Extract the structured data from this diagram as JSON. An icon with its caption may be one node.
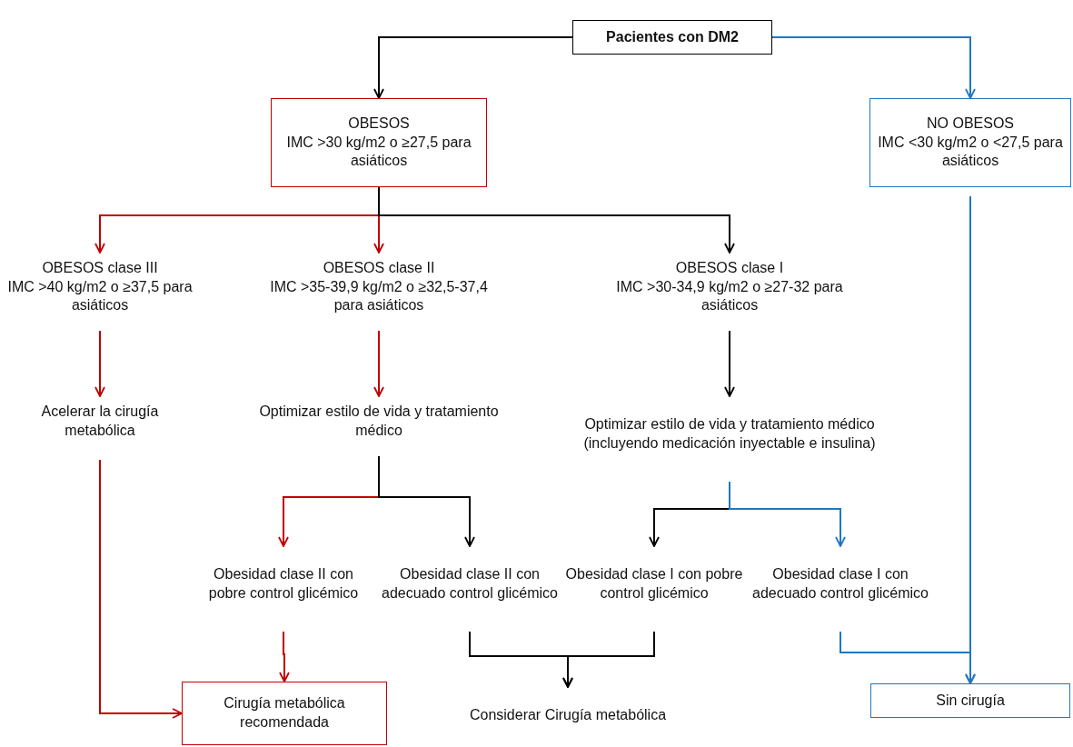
{
  "diagram": {
    "nodes": [
      {
        "text": [
          "Pacientes con DM2"
        ]
      },
      {
        "text": [
          "OBESOS",
          "IMC >30 kg/m2 o ≥27,5 para asiáticos"
        ]
      },
      {
        "text": [
          "NO OBESOS",
          "IMC <30 kg/m2 o <27,5 para asiáticos"
        ]
      },
      {
        "text": [
          "OBESOS clase III",
          "IMC >40 kg/m2 o ≥37,5 para asiáticos"
        ]
      },
      {
        "text": [
          "OBESOS clase II",
          "IMC >35-39,9 kg/m2 o ≥32,5-37,4 para asiáticos"
        ]
      },
      {
        "text": [
          "OBESOS clase I",
          "IMC >30-34,9 kg/m2 o ≥27-32 para asiáticos"
        ]
      },
      {
        "text": [
          "Acelerar la cirugía metabólica"
        ]
      },
      {
        "text": [
          "Optimizar estilo de vida y tratamiento médico"
        ]
      },
      {
        "text": [
          "Optimizar estilo de vida y tratamiento médico (incluyendo medicación inyectable e insulina)"
        ]
      },
      {
        "text": [
          "Obesidad clase II con pobre control glicémico"
        ]
      },
      {
        "text": [
          "Obesidad clase II con adecuado control glicémico"
        ]
      },
      {
        "text": [
          "Obesidad clase I con pobre control glicémico"
        ]
      },
      {
        "text": [
          "Obesidad clase I con adecuado control glicémico"
        ]
      },
      {
        "text": [
          "Cirugía metabólica recomendada"
        ]
      },
      {
        "text": [
          "Considerar Cirugía metabólica"
        ]
      },
      {
        "text": [
          "Sin cirugía"
        ]
      }
    ],
    "edges": [
      {
        "from": 0,
        "to": 1,
        "arrow": "to"
      },
      {
        "from": 0,
        "to": 2,
        "arrow": "to",
        "color": "#1f77c4"
      },
      {
        "from": 1,
        "to": 3,
        "arrow": "to",
        "color": "#c00000"
      },
      {
        "from": 1,
        "to": 4,
        "arrow": "to",
        "color": "#c00000"
      },
      {
        "from": 1,
        "to": 5,
        "arrow": "to"
      },
      {
        "from": 3,
        "to": 6,
        "arrow": "to",
        "color": "#c00000"
      },
      {
        "from": 4,
        "to": 7,
        "arrow": "to",
        "color": "#c00000"
      },
      {
        "from": 5,
        "to": 8,
        "arrow": "to"
      },
      {
        "from": 7,
        "to": 9,
        "arrow": "to",
        "color": "#c00000"
      },
      {
        "from": 7,
        "to": 10,
        "arrow": "to"
      },
      {
        "from": 8,
        "to": 11,
        "arrow": "to"
      },
      {
        "from": 8,
        "to": 12,
        "arrow": "to",
        "color": "#1f77c4"
      },
      {
        "from": 6,
        "to": 13,
        "arrow": "to",
        "color": "#c00000"
      },
      {
        "from": 9,
        "to": 13,
        "arrow": "to",
        "color": "#c00000"
      },
      {
        "from": 10,
        "to": 14,
        "arrow": "to"
      },
      {
        "from": 11,
        "to": 14,
        "arrow": "to"
      },
      {
        "from": 12,
        "to": 15,
        "arrow": "to",
        "color": "#1f77c4"
      },
      {
        "from": 2,
        "to": 15,
        "arrow": "to",
        "color": "#1f77c4"
      }
    ]
  }
}
